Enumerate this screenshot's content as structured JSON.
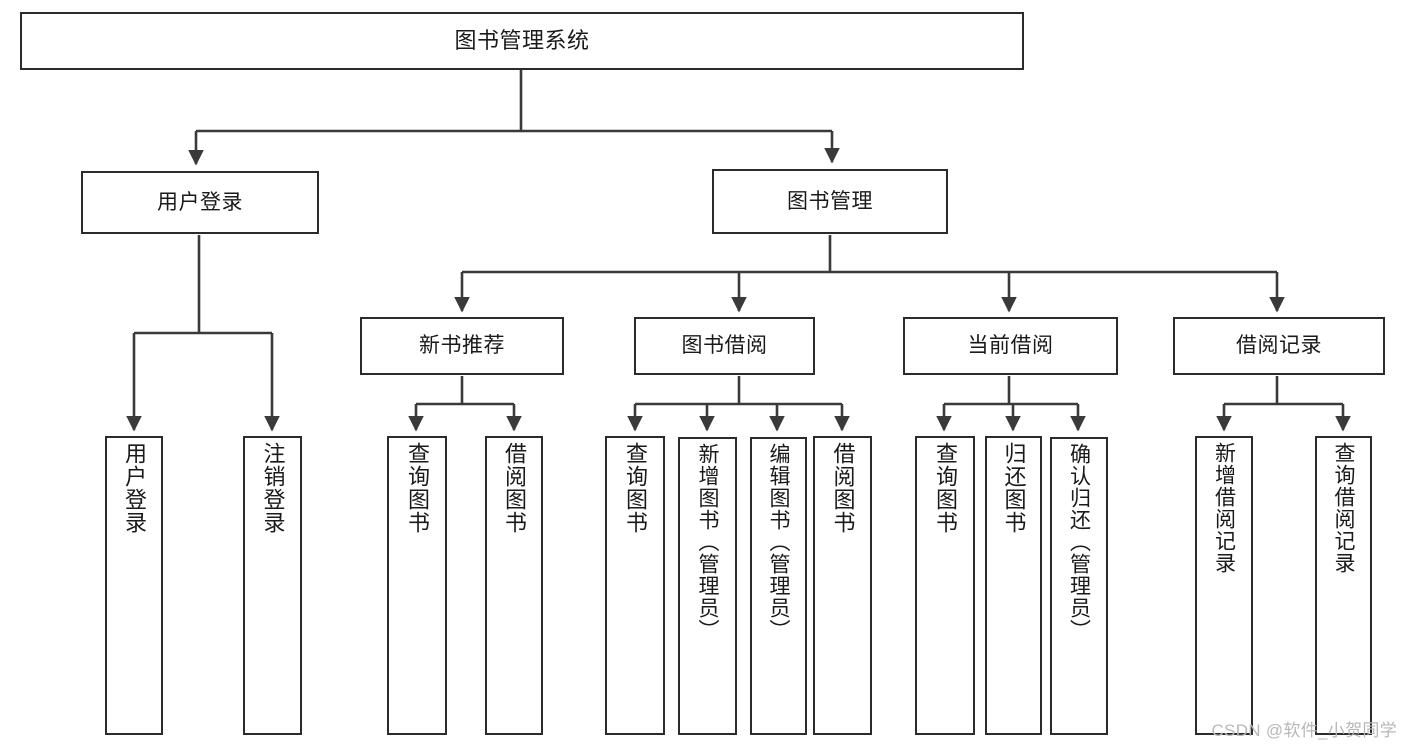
{
  "diagram": {
    "title_node": {
      "label": "图书管理系统"
    },
    "level2": [
      {
        "id": "user-login",
        "label": "用户登录"
      },
      {
        "id": "book-management",
        "label": "图书管理"
      }
    ],
    "level3": [
      {
        "id": "new-book-recommend",
        "label": "新书推荐"
      },
      {
        "id": "book-borrow",
        "label": "图书借阅"
      },
      {
        "id": "current-borrow",
        "label": "当前借阅"
      },
      {
        "id": "borrow-record",
        "label": "借阅记录"
      }
    ],
    "leaves": {
      "user_login": [
        {
          "id": "leaf-user-login",
          "label": "用户登录"
        },
        {
          "id": "leaf-logout",
          "label": "注销登录"
        }
      ],
      "new_book_recommend": [
        {
          "id": "leaf-query-book-1",
          "label": "查询图书"
        },
        {
          "id": "leaf-borrow-book-1",
          "label": "借阅图书"
        }
      ],
      "book_borrow": [
        {
          "id": "leaf-query-book-2",
          "label": "查询图书"
        },
        {
          "id": "leaf-add-book",
          "label": "新增图书（管理员）"
        },
        {
          "id": "leaf-edit-book",
          "label": "编辑图书（管理员）"
        },
        {
          "id": "leaf-borrow-book-2",
          "label": "借阅图书"
        }
      ],
      "current_borrow": [
        {
          "id": "leaf-query-book-3",
          "label": "查询图书"
        },
        {
          "id": "leaf-return-book",
          "label": "归还图书"
        },
        {
          "id": "leaf-confirm-return",
          "label": "确认归还（管理员）"
        }
      ],
      "borrow_record": [
        {
          "id": "leaf-add-record",
          "label": "新增借阅记录"
        },
        {
          "id": "leaf-query-record",
          "label": "查询借阅记录"
        }
      ]
    }
  },
  "watermark": {
    "text": "CSDN @软件_小贺同学"
  },
  "colors": {
    "background": "#ffffff",
    "box_border": "#2b2b2b",
    "box_fill": "#ffffff",
    "connector": "#3a3a3a",
    "text": "#1a1a1a",
    "watermark": "#b8b8b8"
  }
}
